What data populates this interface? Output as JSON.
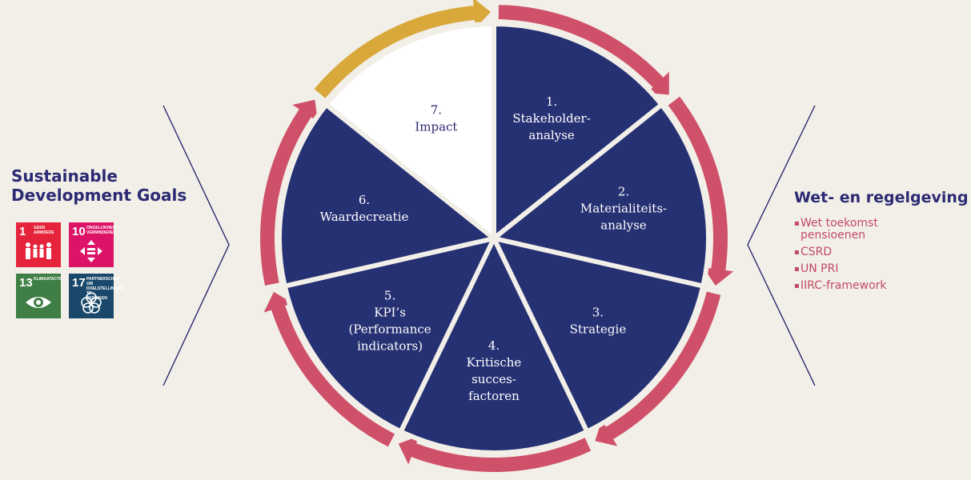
{
  "left_panel": {
    "title_line1": "Sustainable",
    "title_line2": "Development Goals",
    "sdg_tiles": [
      {
        "number": "1",
        "label": "GEEN ARMOEDE",
        "color": "#e5243b"
      },
      {
        "number": "10",
        "label": "ONGELIJKHEID VERMINDEREN",
        "color": "#dd1367"
      },
      {
        "number": "13",
        "label": "KLIMAATACTIE",
        "color": "#3f7e44"
      },
      {
        "number": "17",
        "label": "PARTNERSCHAP OM DOELSTELLINGEN TE BEREIKEN",
        "color": "#19486a"
      }
    ]
  },
  "right_panel": {
    "title": "Wet- en regelgeving",
    "items": [
      "Wet toekomst pensioenen",
      "CSRD",
      "UN PRI",
      "IIRC-framework"
    ]
  },
  "cycle": {
    "segments": [
      {
        "num": "1.",
        "lines": [
          "Stakeholder-",
          "analyse"
        ]
      },
      {
        "num": "2.",
        "lines": [
          "Materialiteits-",
          "analyse"
        ]
      },
      {
        "num": "3.",
        "lines": [
          "Strategie"
        ]
      },
      {
        "num": "4.",
        "lines": [
          "Kritische",
          "succes-",
          "factoren"
        ]
      },
      {
        "num": "5.",
        "lines": [
          "KPI’s",
          "(Performance",
          "indicators)"
        ]
      },
      {
        "num": "6.",
        "lines": [
          "Waardecreatie"
        ]
      },
      {
        "num": "7.",
        "lines": [
          "Impact"
        ]
      }
    ]
  },
  "colors": {
    "navy": "#263173",
    "arrow_pink": "#cf5069",
    "arrow_gold": "#d9a83b",
    "title_blue": "#2b2a72",
    "list_pink": "#c24a63",
    "background": "#f2efe9"
  }
}
